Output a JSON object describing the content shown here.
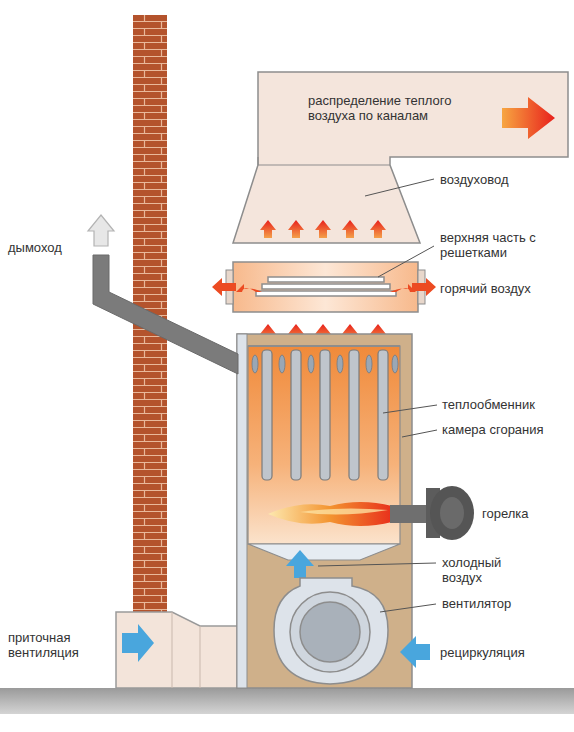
{
  "diagram": {
    "labels": [
      "распределение теплого воздуха по каналам",
      "воздуховод",
      "верхняя часть с решетками",
      "дымоход",
      "горячий воздух",
      "теплообменник",
      "камера сгорания",
      "горелка",
      "холодный воздух",
      "вентилятор",
      "приточная вентиляция",
      "рециркуляция"
    ]
  }
}
